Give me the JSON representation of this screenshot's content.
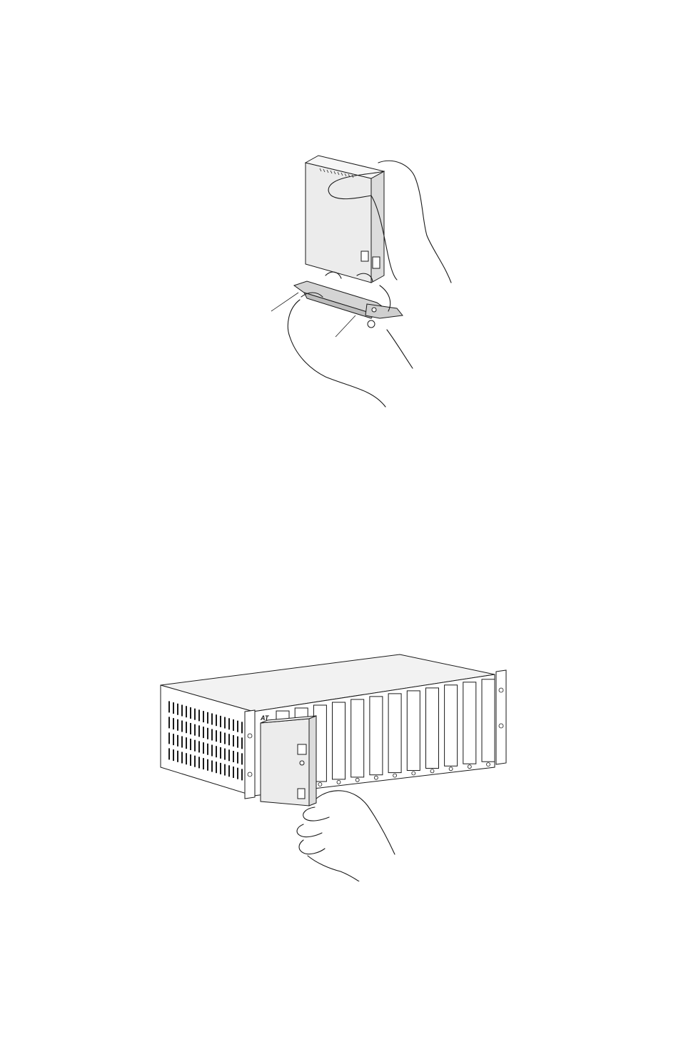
{
  "figures": [
    {
      "id": "bracket-attachment",
      "icon": "hand-holding-module-with-bracket"
    },
    {
      "id": "rack-installation",
      "icon": "hand-inserting-module-into-chassis"
    }
  ],
  "chassis": {
    "logo": "AT",
    "slot_count": 12
  },
  "colors": {
    "line": "#1a1a1a",
    "module_face": "#e6e6e6",
    "chassis_top": "#f0f0f0"
  }
}
